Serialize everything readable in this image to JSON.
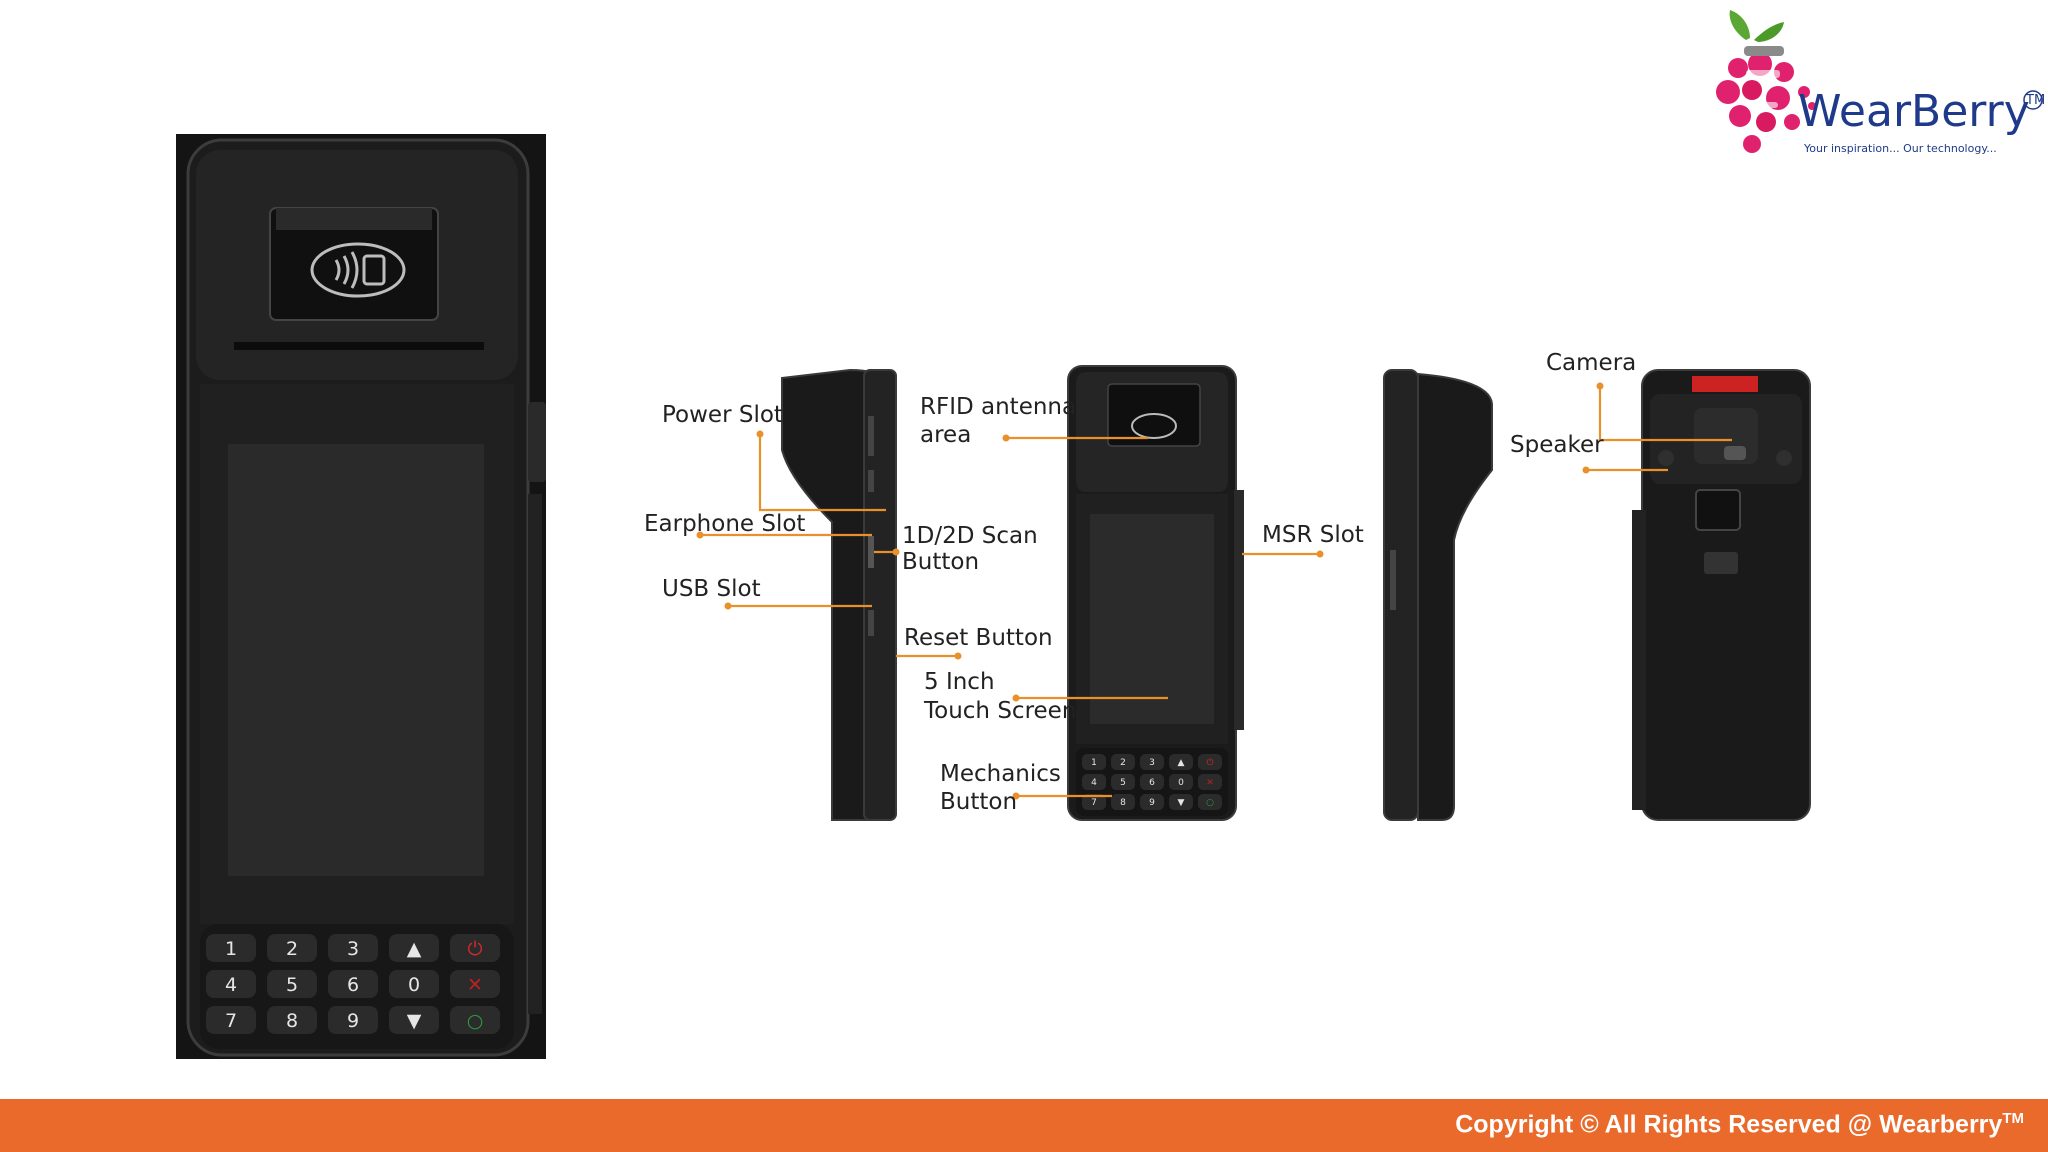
{
  "brand": {
    "name": "WearBerry",
    "trademark": "TM",
    "tagline": "Your inspiration... Our technology...",
    "colors": {
      "berry": "#e0226e",
      "leaf": "#5aa833",
      "text": "#1f3a8a"
    }
  },
  "keypad": {
    "rows": [
      [
        "1",
        "2",
        "3",
        "▲",
        "⏻"
      ],
      [
        "4",
        "5",
        "6",
        "0",
        "✕"
      ],
      [
        "7",
        "8",
        "9",
        "▼",
        "○"
      ]
    ]
  },
  "callouts": {
    "power_slot": "Power Slot",
    "earphone_slot": "Earphone Slot",
    "usb_slot": "USB Slot",
    "rfid_line1": "RFID antenna",
    "rfid_line2": "area",
    "scan_line1": "1D/2D Scan",
    "scan_line2": "Button",
    "reset_button": "Reset Button",
    "touch_line1": "5 Inch",
    "touch_line2": "Touch Screen",
    "mech_line1": "Mechanics",
    "mech_line2": "Button",
    "msr_slot": "MSR Slot",
    "camera": "Camera",
    "speaker": "Speaker"
  },
  "footer": {
    "copyright": "Copyright © All Rights Reserved @ Wearberry",
    "trademark": "TM",
    "color": "#ea6a2b"
  }
}
